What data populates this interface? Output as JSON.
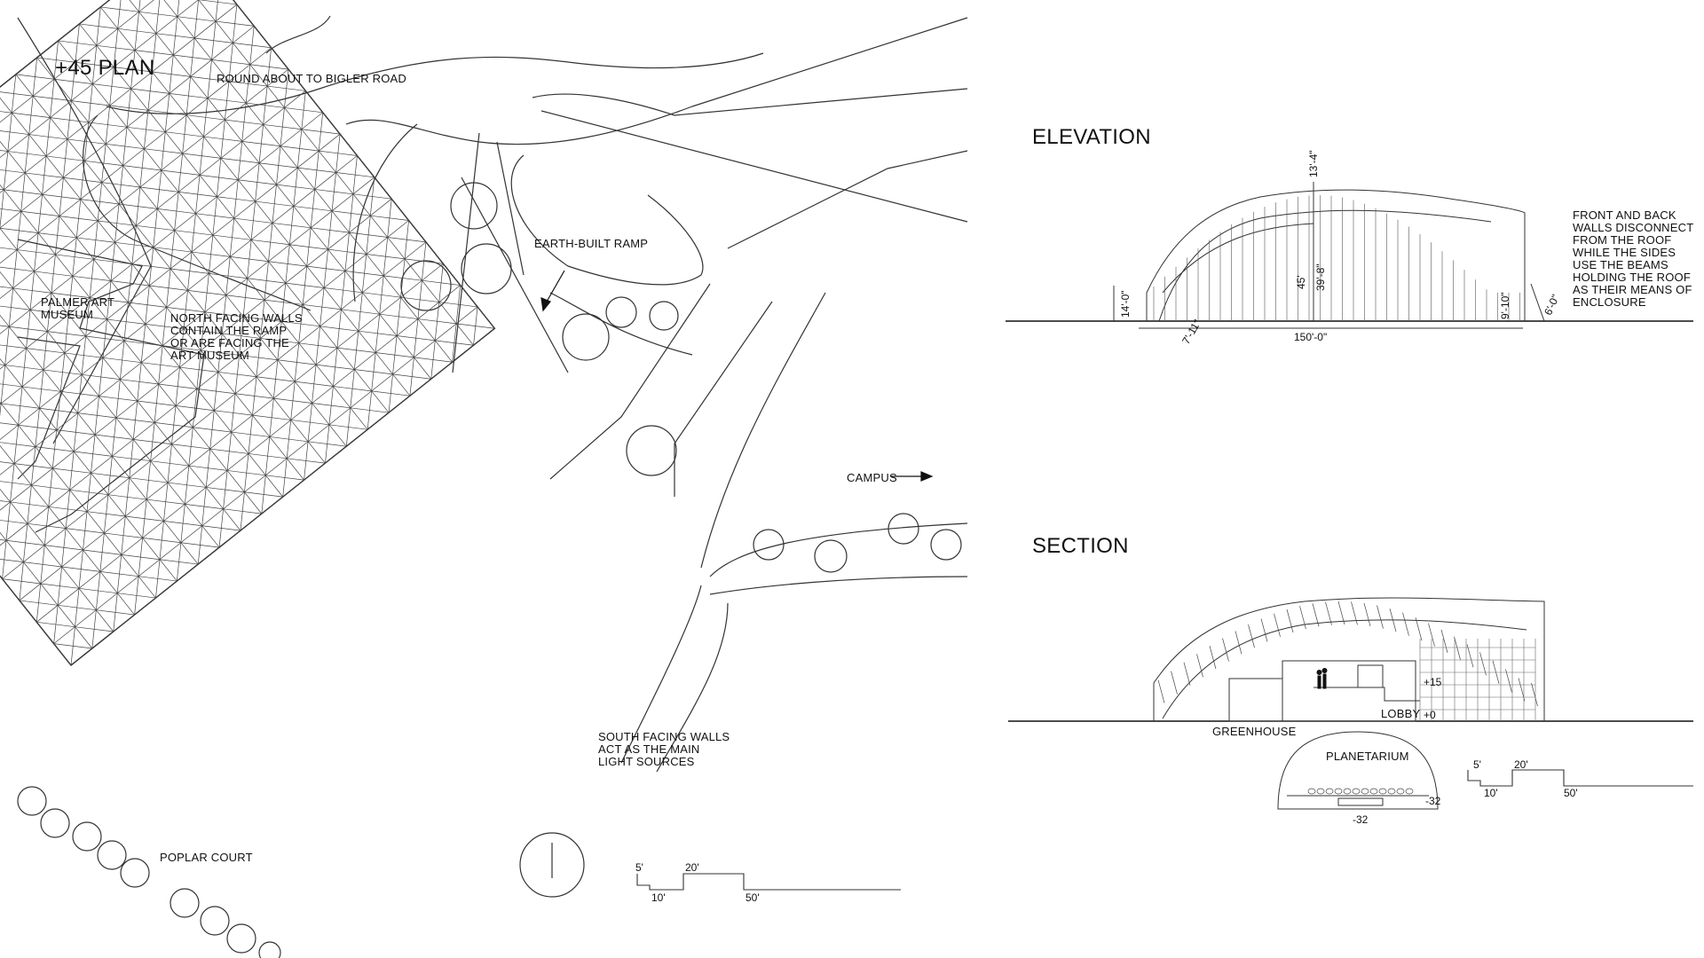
{
  "plan": {
    "title": "+45 PLAN",
    "labels": {
      "roundabout": "ROUND ABOUT TO BIGLER ROAD",
      "earth_ramp": "EARTH-BUILT RAMP",
      "palmer": "PALMER ART\nMUSEUM",
      "north_walls": "NORTH FACING WALLS\nCONTAIN THE RAMP\nOR ARE FACING THE\nART MUSEUM",
      "campus": "CAMPUS",
      "south_walls": "SOUTH FACING WALLS\nACT AS THE MAIN\nLIGHT SOURCES",
      "poplar": "POPLAR COURT"
    },
    "scale": {
      "s5": "5'",
      "s10": "10'",
      "s20": "20'",
      "s50": "50'"
    }
  },
  "elevation": {
    "title": "ELEVATION",
    "note": "FRONT AND BACK\nWALLS DISCONNECT\nFROM THE ROOF\nWHILE THE SIDES\nUSE THE BEAMS\nHOLDING THE ROOF\nAS THEIR MEANS OF\nENCLOSURE",
    "dims": {
      "top": "13'-4\"",
      "left_height": "14'-0\"",
      "left_offset": "7'-11\"",
      "center_45": "45'",
      "center_398": "39'-8\"",
      "width": "150'-0\"",
      "right_height": "9'-10\"",
      "right_offset": "6'-0\""
    }
  },
  "section": {
    "title": "SECTION",
    "labels": {
      "greenhouse": "GREENHOUSE",
      "lobby": "LOBBY",
      "planetarium": "PLANETARIUM",
      "plus15": "+15",
      "plus0": "+0",
      "minus32a": "-32",
      "minus32b": "-32"
    },
    "scale": {
      "s5": "5'",
      "s10": "10'",
      "s20": "20'",
      "s50": "50'"
    }
  },
  "colors": {
    "ink": "#111111",
    "line": "#333333",
    "paper": "#ffffff"
  }
}
